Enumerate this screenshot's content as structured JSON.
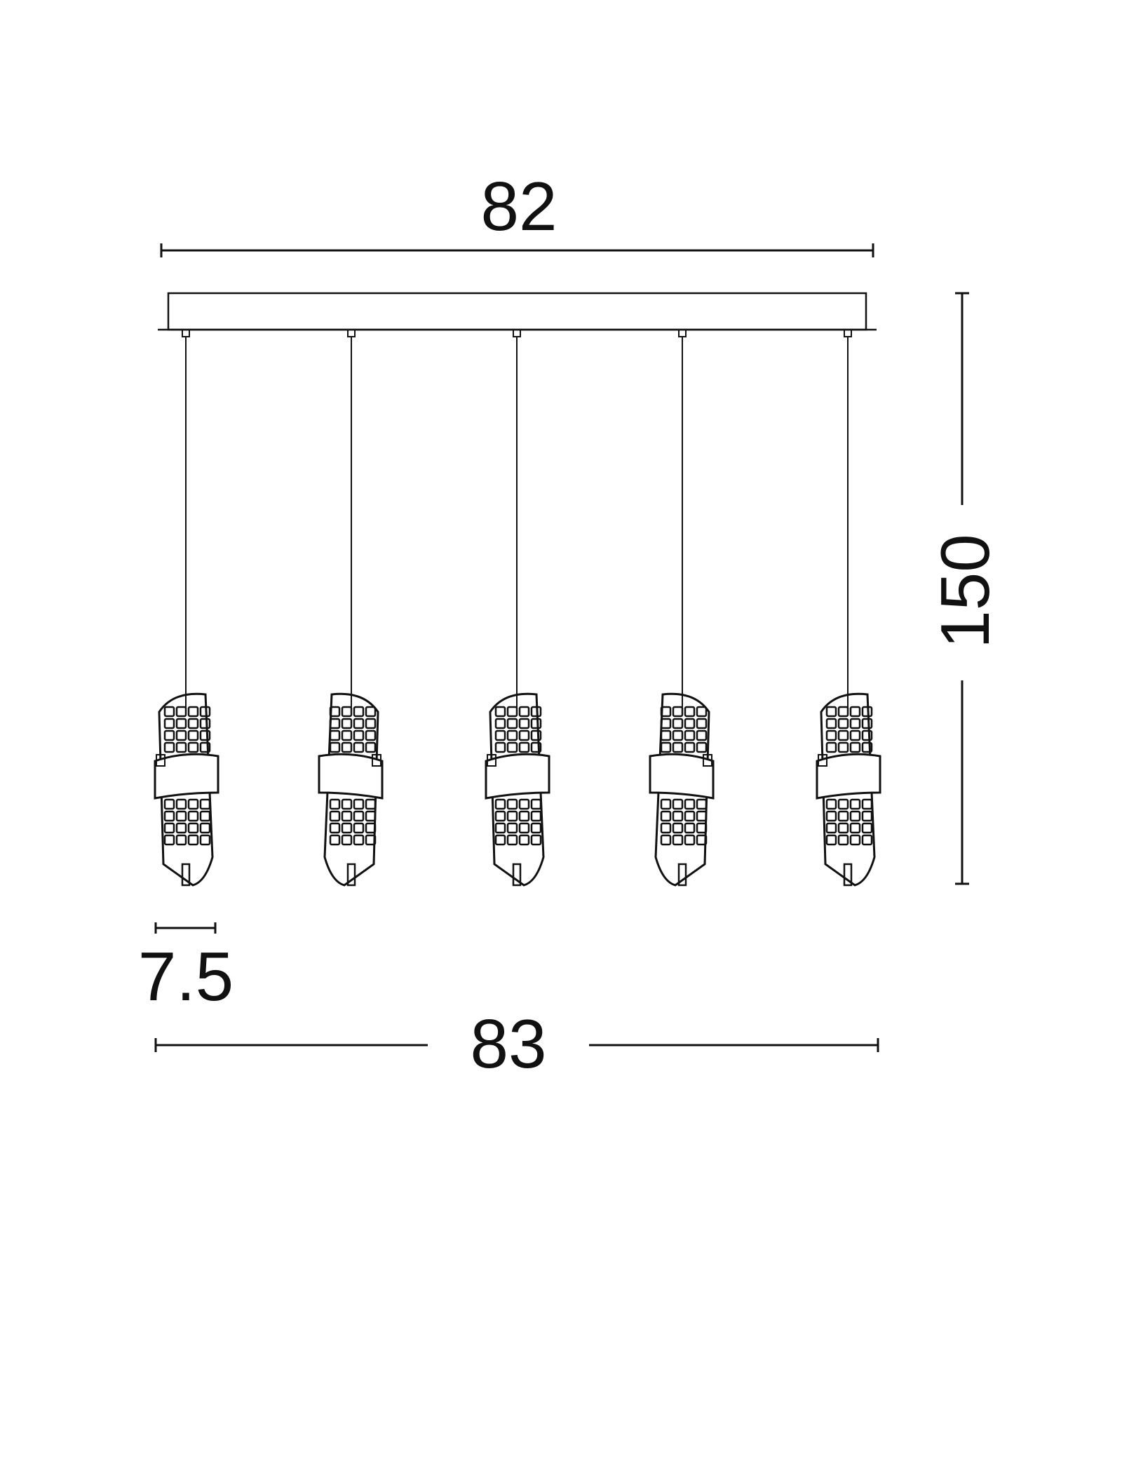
{
  "dimensions": {
    "top_width": "82",
    "bottom_width": "83",
    "height": "150",
    "shade_diameter": "7.5"
  },
  "colors": {
    "ink": "#111111",
    "background": "#ffffff"
  },
  "pendant_count": 5
}
